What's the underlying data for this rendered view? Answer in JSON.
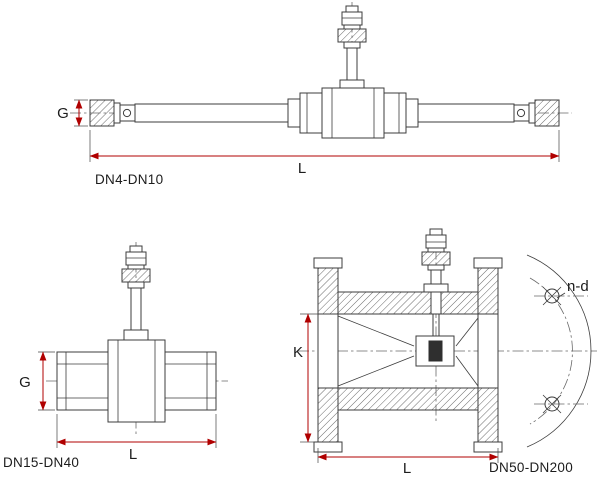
{
  "sheet": {
    "background": "#ffffff",
    "line_color": "#3c3c3c",
    "dimension_color": "#b00000",
    "centerline_color": "#6a6a6a",
    "text_color": "#1c1c1c"
  },
  "figures": {
    "top": {
      "caption": "DN4-DN10",
      "g_label": "G",
      "l_label": "L"
    },
    "bottom_left": {
      "caption": "DN15-DN40",
      "g_label": "G",
      "l_label": "L"
    },
    "bottom_right": {
      "caption": "DN50-DN200",
      "k_label": "K",
      "l_label": "L",
      "bolt_pattern_label": "n-d"
    }
  }
}
